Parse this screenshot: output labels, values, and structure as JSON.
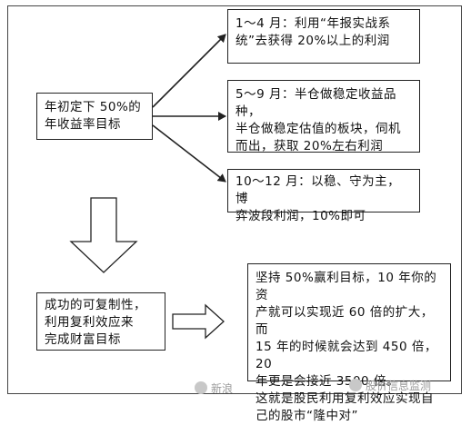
{
  "diagram": {
    "goal": {
      "lines": [
        "年初定下 50%的",
        "年收益率目标"
      ]
    },
    "q1": {
      "lines": [
        "1～4 月：利用“年报实战系",
        "统”去获得 20%以上的利润"
      ]
    },
    "q2": {
      "lines": [
        "5～9 月：半仓做稳定收益品种，",
        "半仓做稳定估值的板块，伺机",
        "而出，获取 20%左右利润"
      ]
    },
    "q3": {
      "lines": [
        "10～12 月：以稳、守为主，博",
        "弈波段利润，10%即可"
      ]
    },
    "method": {
      "lines": [
        "成功的可复制性，",
        "利用复利效应来",
        "完成财富目标"
      ]
    },
    "result": {
      "lines": [
        "坚持 50%赢利目标，10 年你的资",
        "产就可以实现近 60 倍的扩大，而",
        "15 年的时候就会达到 450 倍，20",
        "年更是会接近 3500 倍。",
        "这就是股民利用复利效应实现自",
        "己的股市“隆中对”"
      ]
    }
  },
  "watermarks": {
    "left": "新浪",
    "right": "股价信息监测"
  },
  "colors": {
    "border": "#222222",
    "arrow": "#222222",
    "watermark": "#9a9a9a"
  }
}
